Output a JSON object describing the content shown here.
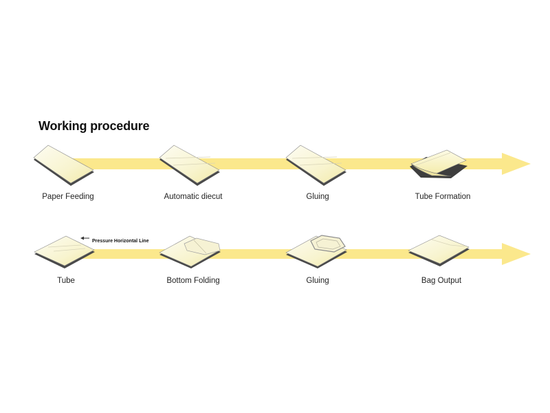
{
  "title": "Working procedure",
  "rows": [
    {
      "steps": [
        {
          "label": "Paper Feeding",
          "icon": "flat-sheet-icon"
        },
        {
          "label": "Automatic diecut",
          "icon": "diecut-sheet-icon"
        },
        {
          "label": "Gluing",
          "icon": "glued-sheet-icon"
        },
        {
          "label": "Tube Formation",
          "icon": "paper-tube-icon"
        }
      ]
    },
    {
      "steps": [
        {
          "label": "Tube",
          "icon": "flat-tube-icon"
        },
        {
          "label": "Bottom Folding",
          "icon": "bottom-fold-icon"
        },
        {
          "label": "Gluing",
          "icon": "bottom-glue-icon"
        },
        {
          "label": "Bag Output",
          "icon": "finished-bag-icon"
        }
      ]
    }
  ],
  "annotation": "Pressure Horizontal Line",
  "colors": {
    "arrow": "#fbe88c",
    "paper": "#fcfae6",
    "paper_edge": "#5a5a5a",
    "fold_line": "#d8d4b8"
  }
}
